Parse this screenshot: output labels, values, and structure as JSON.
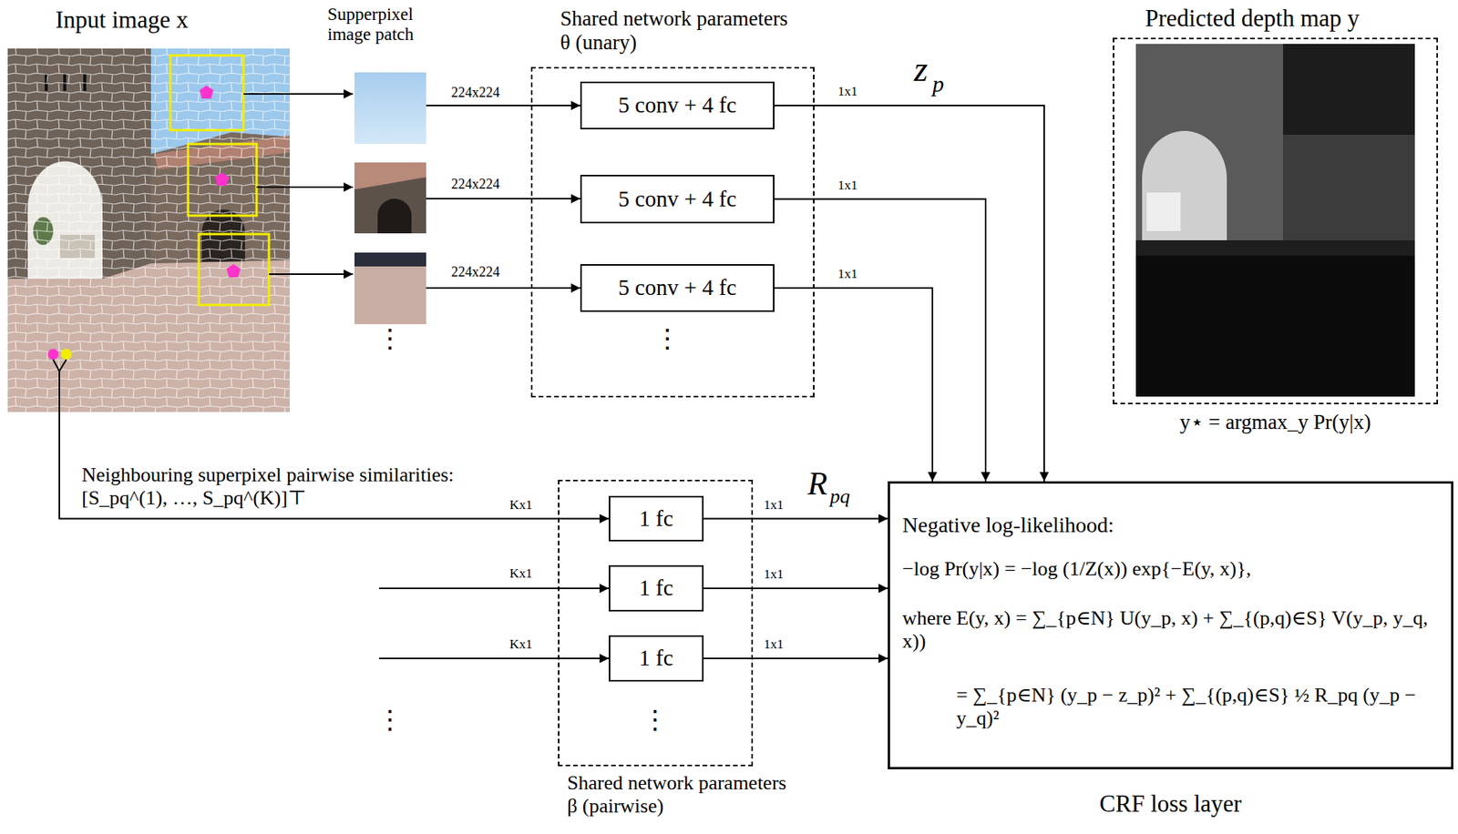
{
  "diagram": {
    "nodes": [
      {
        "text": [
          "Input image x"
        ]
      },
      {
        "text": [
          "Shared network parameters θ (unary)"
        ]
      },
      {
        "text": [
          "5 conv + 4 fc"
        ],
        "in": 1
      },
      {
        "text": [
          "5 conv + 4 fc"
        ],
        "in": 1
      },
      {
        "text": [
          "5 conv + 4 fc"
        ],
        "in": 1
      },
      {
        "text": [
          "Predicted depth map y",
          "y⋆ = argmax_y Pr(y|x)"
        ]
      },
      {
        "text": [
          "Shared network parameters β (pairwise)"
        ]
      },
      {
        "text": [
          "1 fc"
        ],
        "in": 6
      },
      {
        "text": [
          "1 fc"
        ],
        "in": 6
      },
      {
        "text": [
          "1 fc"
        ],
        "in": 6
      },
      {
        "text": [
          "Negative log-likelihood:",
          "−log Pr(y|x) = −log (1/Z(x)) exp{−E(y, x)},",
          "where E(y, x) = ∑_{p∈N} U(y_p, x) + ∑_{(p,q)∈S} V(y_p, y_q, x))",
          "= ∑_{p∈N} (y_p − z_p)² + ∑_{(p,q)∈S} ½ R_pq (y_p − y_q)²",
          "CRF loss layer"
        ]
      }
    ],
    "edges": [
      {
        "from": 0,
        "to": 7,
        "arrow": "to",
        "label": "Kx1"
      },
      {
        "from": 2,
        "to": 10,
        "arrow": "to",
        "label": "1x1"
      },
      {
        "from": 3,
        "to": 10,
        "arrow": "to",
        "label": "1x1"
      },
      {
        "from": 4,
        "to": 10,
        "arrow": "to",
        "label": "1x1"
      },
      {
        "from": 7,
        "to": 10,
        "arrow": "to",
        "label": "1x1"
      },
      {
        "from": 8,
        "to": 10,
        "arrow": "to",
        "label": "1x1"
      },
      {
        "from": 9,
        "to": 10,
        "arrow": "to",
        "label": "1x1"
      }
    ],
    "labels": [
      "Supperpixel image patch",
      "224x224",
      "224x224",
      "224x224",
      "⋮",
      "⋮",
      "z",
      "p",
      "R",
      "pq",
      "Neighbouring superpixel pairwise similarities: [S_pq^(1), …, S_pq^(K)]⊤",
      "⋮",
      "⋮",
      "Kx1",
      "Kx1"
    ]
  }
}
